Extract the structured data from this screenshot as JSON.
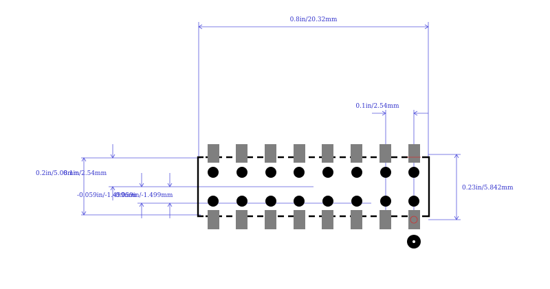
{
  "dimensions": {
    "overall_width": "0.8in/20.32mm",
    "pitch": "0.1in/2.54mm",
    "overall_height": "0.23in/5.842mm",
    "pad_span_a": "0.2in/5.08mm",
    "pad_span_b": "0.1in/2.54mm",
    "offset_a": "-0.059in/-1.499mm",
    "offset_b": "-0.059in/-1.499mm"
  },
  "colors": {
    "dimension": "#3333cc",
    "pad": "#7f7f7f",
    "outline": "#000000",
    "hole": "#000000",
    "pin1_marker": "#cc3333"
  }
}
